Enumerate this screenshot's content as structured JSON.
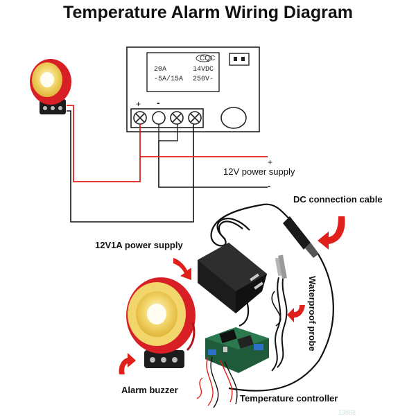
{
  "title": "Temperature Alarm Wiring Diagram",
  "relay": {
    "line1_left": "20A",
    "line2_left": "-5A/15A",
    "line1_right": "14VDC",
    "line2_right": "250V-",
    "plus_mark": "+",
    "minus_mark": "-"
  },
  "supply": {
    "label": "12V power supply",
    "plus": "+",
    "minus": "-"
  },
  "labels": {
    "dc_cable": "DC connection cable",
    "adapter": "12V1A power supply",
    "probe": "Waterproof probe",
    "buzzer": "Alarm buzzer",
    "controller": "Temperature controller",
    "watermark": "13888"
  },
  "colors": {
    "positive_wire": "#e0201a",
    "negative_wire": "#111111",
    "arrow": "#e0201a",
    "buzzer_red": "#d81f26",
    "buzzer_yellow": "#f3d66b",
    "pcb_green": "#1f5a3a"
  },
  "icons": {
    "buzzer": "alarm-buzzer-icon",
    "adapter": "power-adapter-icon",
    "controller": "temperature-controller-icon",
    "probe": "temperature-probe-icon",
    "arrow": "red-curved-arrow-icon"
  }
}
